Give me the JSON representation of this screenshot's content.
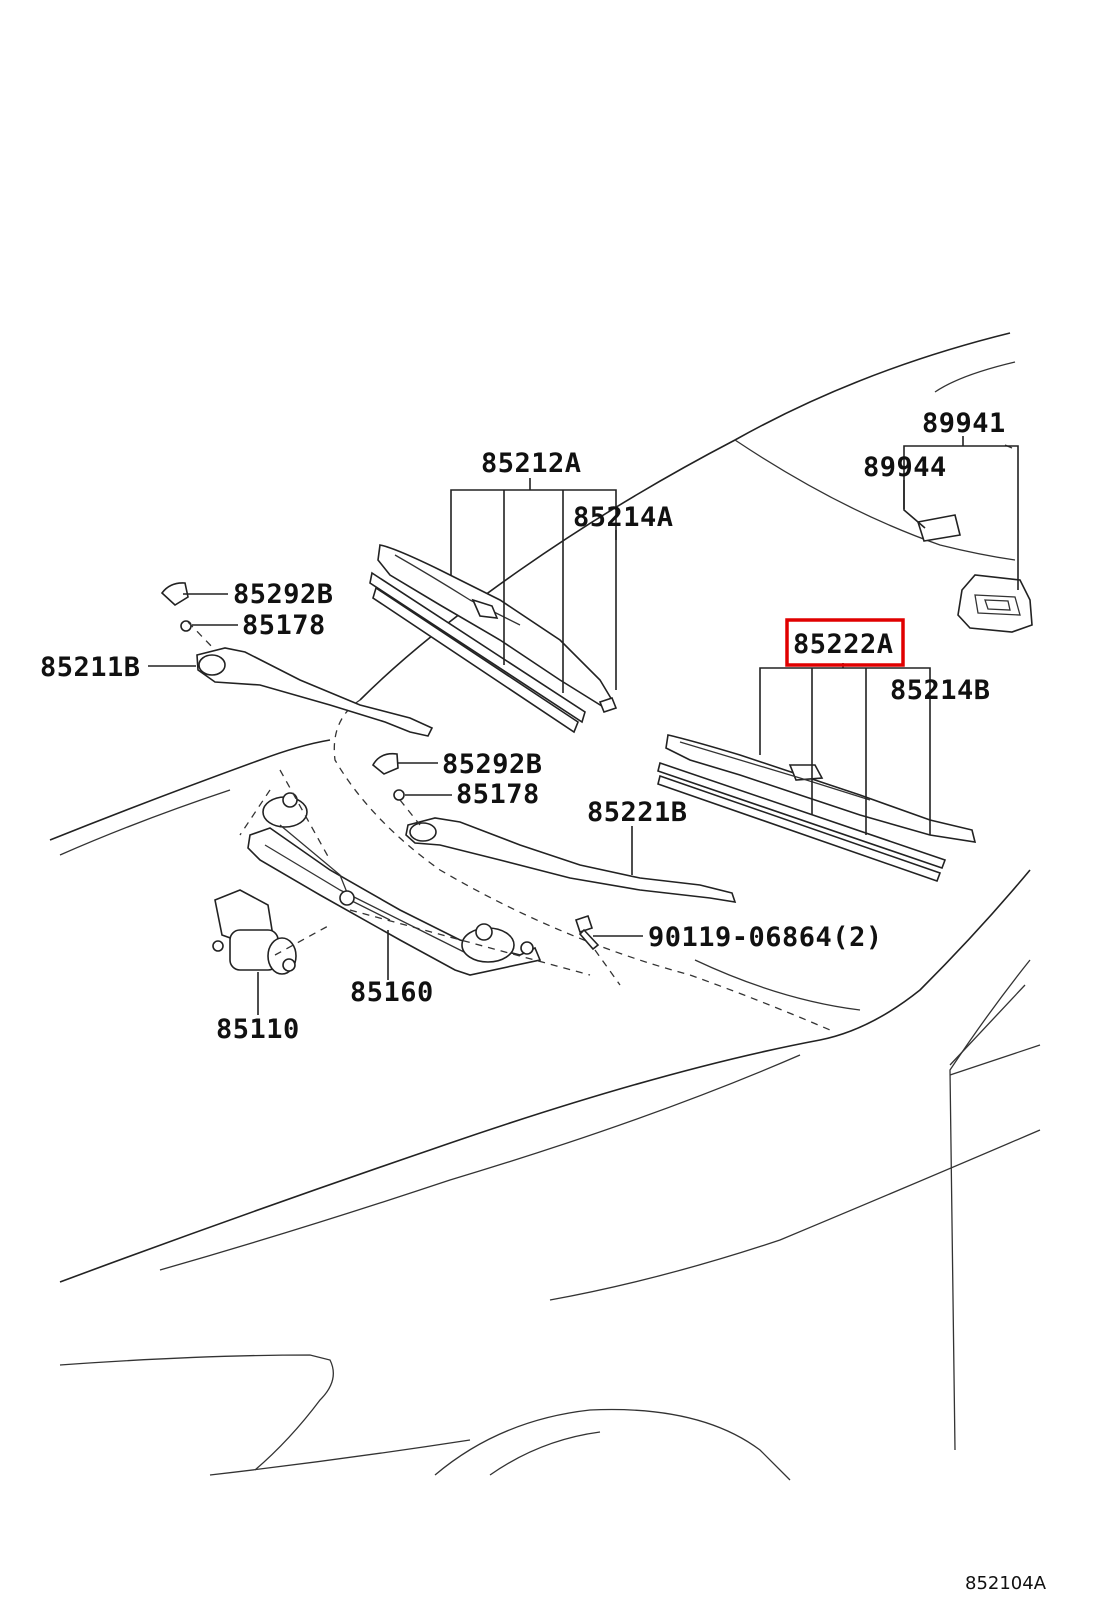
{
  "diagram": {
    "highlight_color": "#e00000",
    "highlighted_part": "85222A",
    "figure_code": "852104A",
    "labels": {
      "p89941": "89941",
      "p89944": "89944",
      "p85212A": "85212A",
      "p85214A": "85214A",
      "p85292B_top": "85292B",
      "p85178_top": "85178",
      "p85211B": "85211B",
      "p85222A": "85222A",
      "p85214B": "85214B",
      "p85292B_mid": "85292B",
      "p85178_mid": "85178",
      "p85221B": "85221B",
      "p90119": "90119-06864(2)",
      "p85160": "85160",
      "p85110": "85110"
    }
  }
}
